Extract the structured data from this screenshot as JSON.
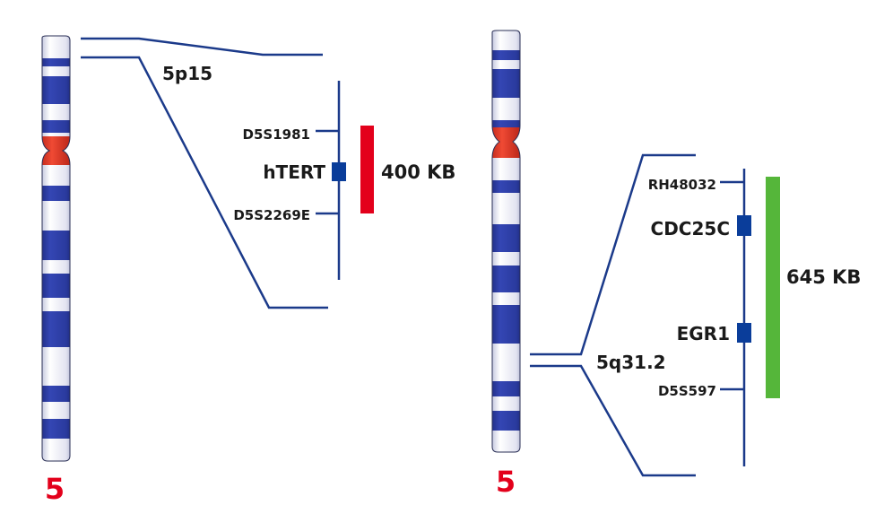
{
  "colors": {
    "band_dark": "#2a3a9e",
    "band_light": "#e8e8f4",
    "centromere": "#e0301e",
    "line": "#1b3a8a",
    "gene_box": "#0a3d9a",
    "bar_left": "#e3001b",
    "bar_right": "#55b63a",
    "chromosome_number": "#e3001b"
  },
  "left": {
    "chromosome_number": "5",
    "region_label": "5p15",
    "markers": [
      "D5S1981",
      "D5S2269E"
    ],
    "gene": "hTERT",
    "size_label": "400 KB"
  },
  "right": {
    "chromosome_number": "5",
    "region_label": "5q31.2",
    "markers": [
      "RH48032",
      "D5S597"
    ],
    "genes": [
      "CDC25C",
      "EGR1"
    ],
    "size_label": "645 KB"
  }
}
